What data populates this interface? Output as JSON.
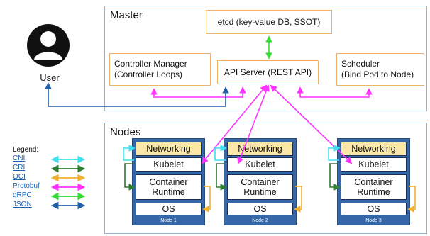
{
  "master": {
    "title": "Master",
    "etcd": "etcd (key-value DB, SSOT)",
    "controller_manager": [
      "Controller Manager",
      "(Controller Loops)"
    ],
    "api_server": "API Server (REST API)",
    "scheduler": [
      "Scheduler",
      "(Bind Pod to Node)"
    ]
  },
  "user": {
    "label": "User"
  },
  "nodes": {
    "title": "Nodes",
    "items": [
      {
        "label": "Node 1"
      },
      {
        "label": "Node 2"
      },
      {
        "label": "Node 3"
      }
    ],
    "layers": {
      "networking": "Networking",
      "kubelet": "Kubelet",
      "runtime": [
        "Container",
        "Runtime"
      ],
      "os": "OS"
    }
  },
  "legend": {
    "title": "Legend:",
    "items": [
      {
        "label": "CNI",
        "color": "#3ee0f0"
      },
      {
        "label": "CRI",
        "color": "#2e7d32"
      },
      {
        "label": "OCI",
        "color": "#f0b030"
      },
      {
        "label": "Protobuf",
        "color": "#ff33ff"
      },
      {
        "label": "gRPC",
        "color": "#33dd33"
      },
      {
        "label": "JSON",
        "color": "#1f5fa8"
      }
    ]
  },
  "colors": {
    "panel_border": "#8fb1d6",
    "box_border": "#f0b16a",
    "node_fill": "#3566a8",
    "networking_fill": "#fbe7a8",
    "protobuf": "#ff33ff",
    "grpc": "#33dd33",
    "json": "#1f5fa8",
    "cni": "#3ee0f0",
    "cri": "#2e7d32",
    "oci": "#f0b030"
  }
}
